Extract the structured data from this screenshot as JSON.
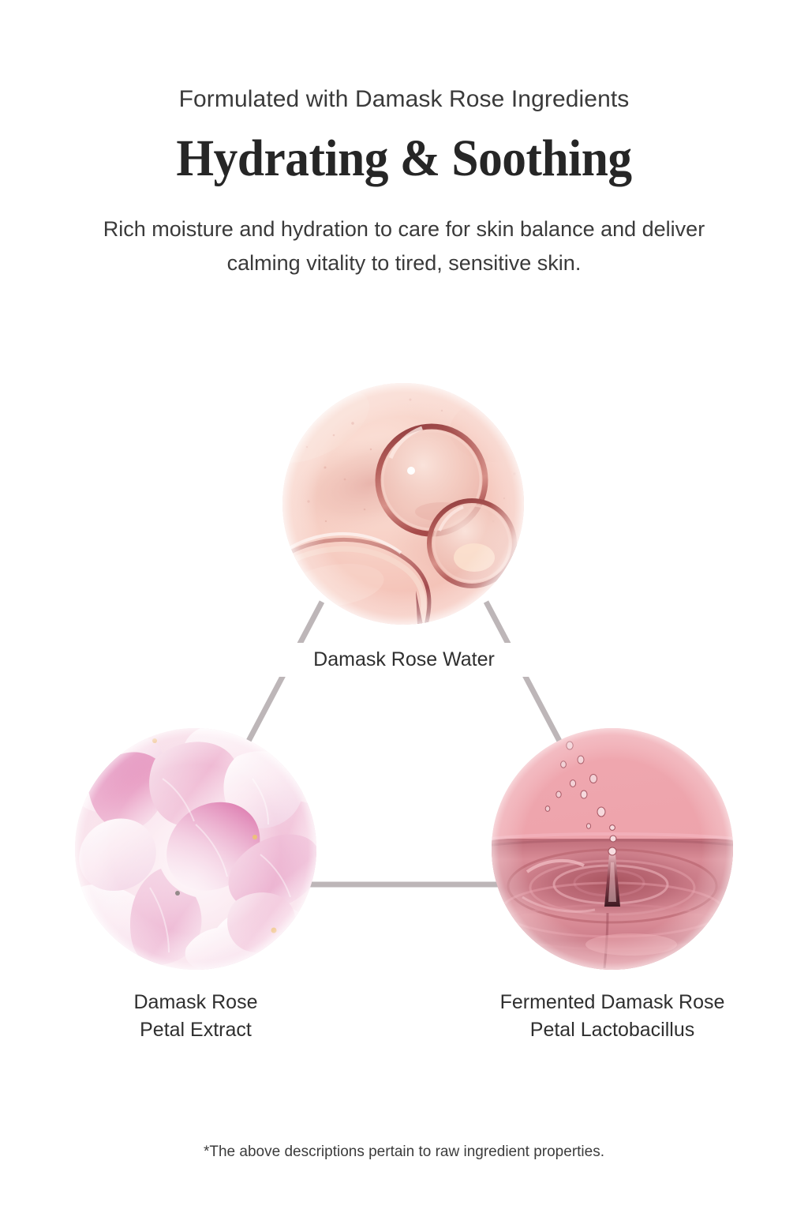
{
  "header": {
    "eyebrow": "Formulated with Damask Rose Ingredients",
    "headline": "Hydrating & Soothing",
    "subcopy": "Rich moisture and hydration to care for skin balance and deliver calming vitality to tired, sensitive skin."
  },
  "diagram": {
    "layout": "triangle",
    "connector_color": "#bdb6b8",
    "nodes": [
      {
        "id": "damask-rose-water",
        "label": "Damask Rose Water",
        "position": "top",
        "image": "pink serum gel with bubble rings",
        "colors": {
          "base": "#f8d3c9",
          "mid": "#f2b7ae",
          "deep": "#d98a86",
          "accent": "#8d3b3f"
        }
      },
      {
        "id": "damask-rose-petal-extract",
        "label": "Damask Rose\nPetal Extract",
        "position": "bottom-left",
        "image": "damask rose petals",
        "colors": {
          "base": "#f7dce6",
          "mid": "#eaa6c4",
          "deep": "#d4559a",
          "accent": "#ffffff"
        }
      },
      {
        "id": "fermented-damask-rose-petal-lactobacillus",
        "label": "Fermented Damask Rose\nPetal Lactobacillus",
        "position": "bottom-right",
        "image": "pink water droplet splash with ripples",
        "colors": {
          "base": "#eda3ab",
          "mid": "#dd8a97",
          "deep": "#b5616f",
          "accent": "#7d3744"
        }
      }
    ]
  },
  "footnote": {
    "text": "*The above descriptions pertain to raw ingredient properties."
  }
}
